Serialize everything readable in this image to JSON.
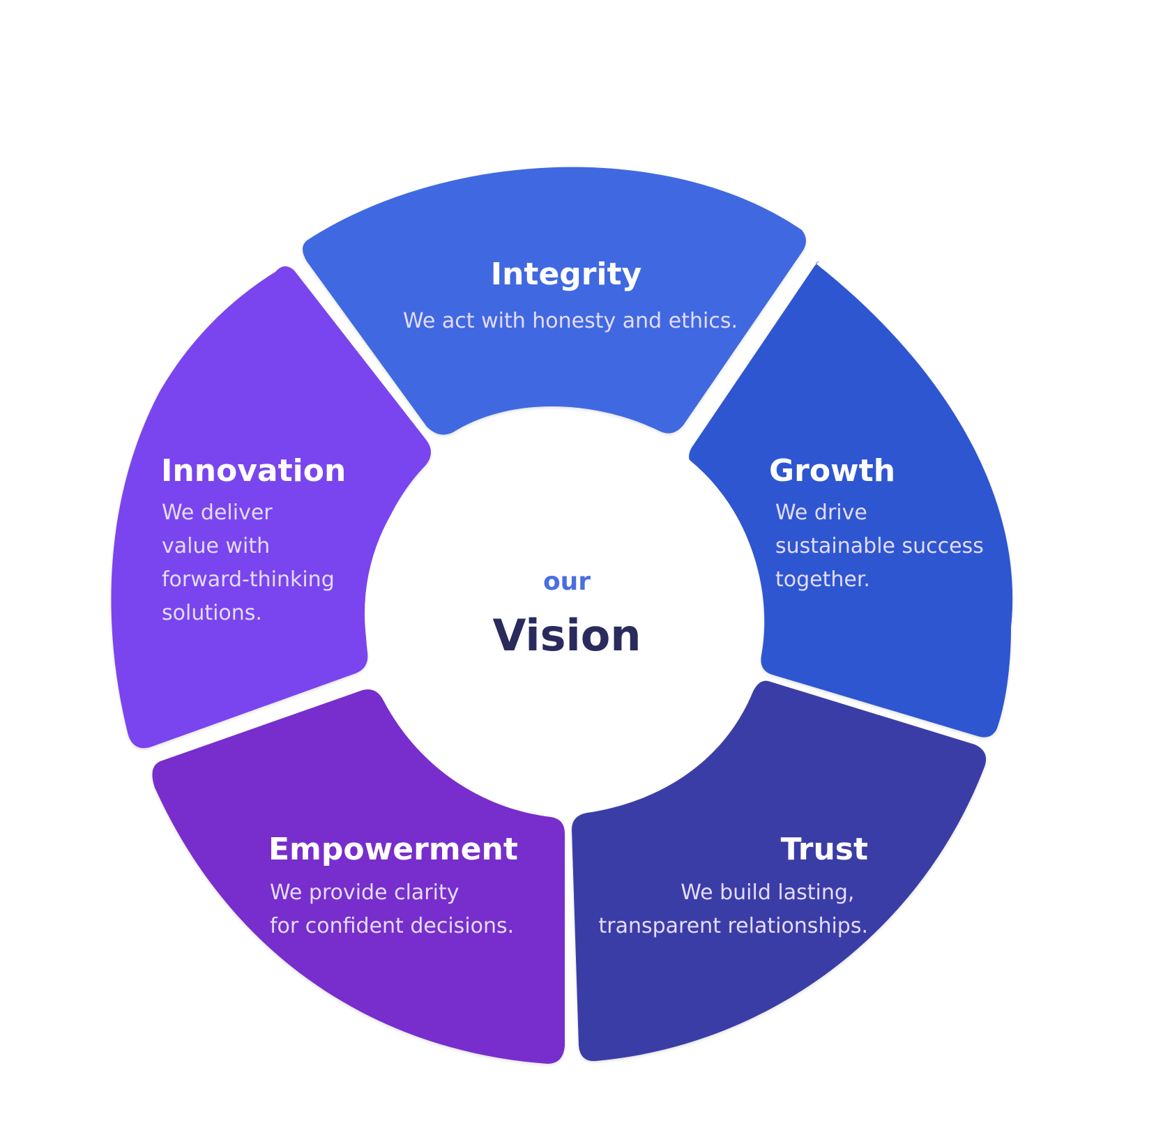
{
  "center": {
    "subtitle": "our",
    "title": "Vision"
  },
  "colors": {
    "integrity": "#4169e1",
    "growth": "#2f56d0",
    "trust": "#3b3ea6",
    "empowerment": "#772dcc",
    "innovation": "#7a44ee",
    "center_subtitle": "#4a6ee0",
    "center_title": "#2a2a5c"
  },
  "segments": [
    {
      "key": "integrity",
      "title": "Integrity",
      "lines": [
        "We act with honesty and ethics."
      ]
    },
    {
      "key": "growth",
      "title": "Growth",
      "lines": [
        "We drive",
        "sustainable success",
        "together."
      ]
    },
    {
      "key": "trust",
      "title": "Trust",
      "lines": [
        "We build lasting,",
        "transparent relationships."
      ]
    },
    {
      "key": "empowerment",
      "title": "Empowerment",
      "lines": [
        "We provide clarity",
        "for confident decisions."
      ]
    },
    {
      "key": "innovation",
      "title": "Innovation",
      "lines": [
        "We deliver",
        "value with",
        "forward-thinking",
        "solutions."
      ]
    }
  ]
}
